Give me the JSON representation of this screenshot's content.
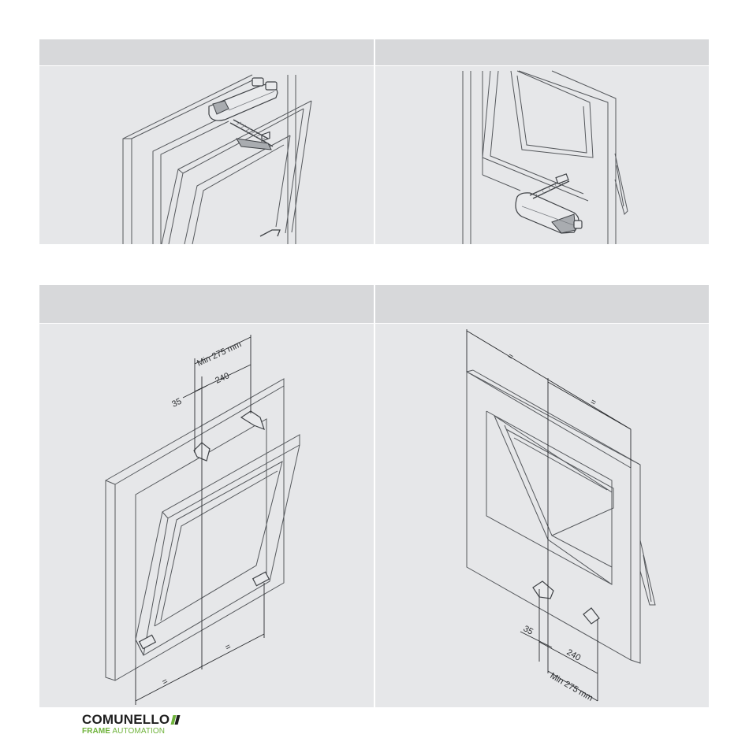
{
  "panels": {
    "top_left": {
      "header": ""
    },
    "top_right": {
      "header": ""
    },
    "bottom_left": {
      "header": "",
      "dimensions": {
        "min": "Min 275 mm",
        "spacing": "240",
        "offset": "35",
        "equal_a": "=",
        "equal_b": "="
      }
    },
    "bottom_right": {
      "header": "",
      "dimensions": {
        "min": "Min 275 mm",
        "spacing": "240",
        "offset": "35",
        "equal_a": "=",
        "equal_b": "="
      }
    }
  },
  "brand": {
    "name": "COMUNELLO",
    "tagline_bold": "FRAME",
    "tagline_rest": " AUTOMATION",
    "colors": {
      "green": "#6fb33b",
      "dark": "#1f1f1f"
    }
  },
  "colors": {
    "header_bg": "#d7d8da",
    "body_bg": "#e6e7e9",
    "line": "#55585c"
  }
}
